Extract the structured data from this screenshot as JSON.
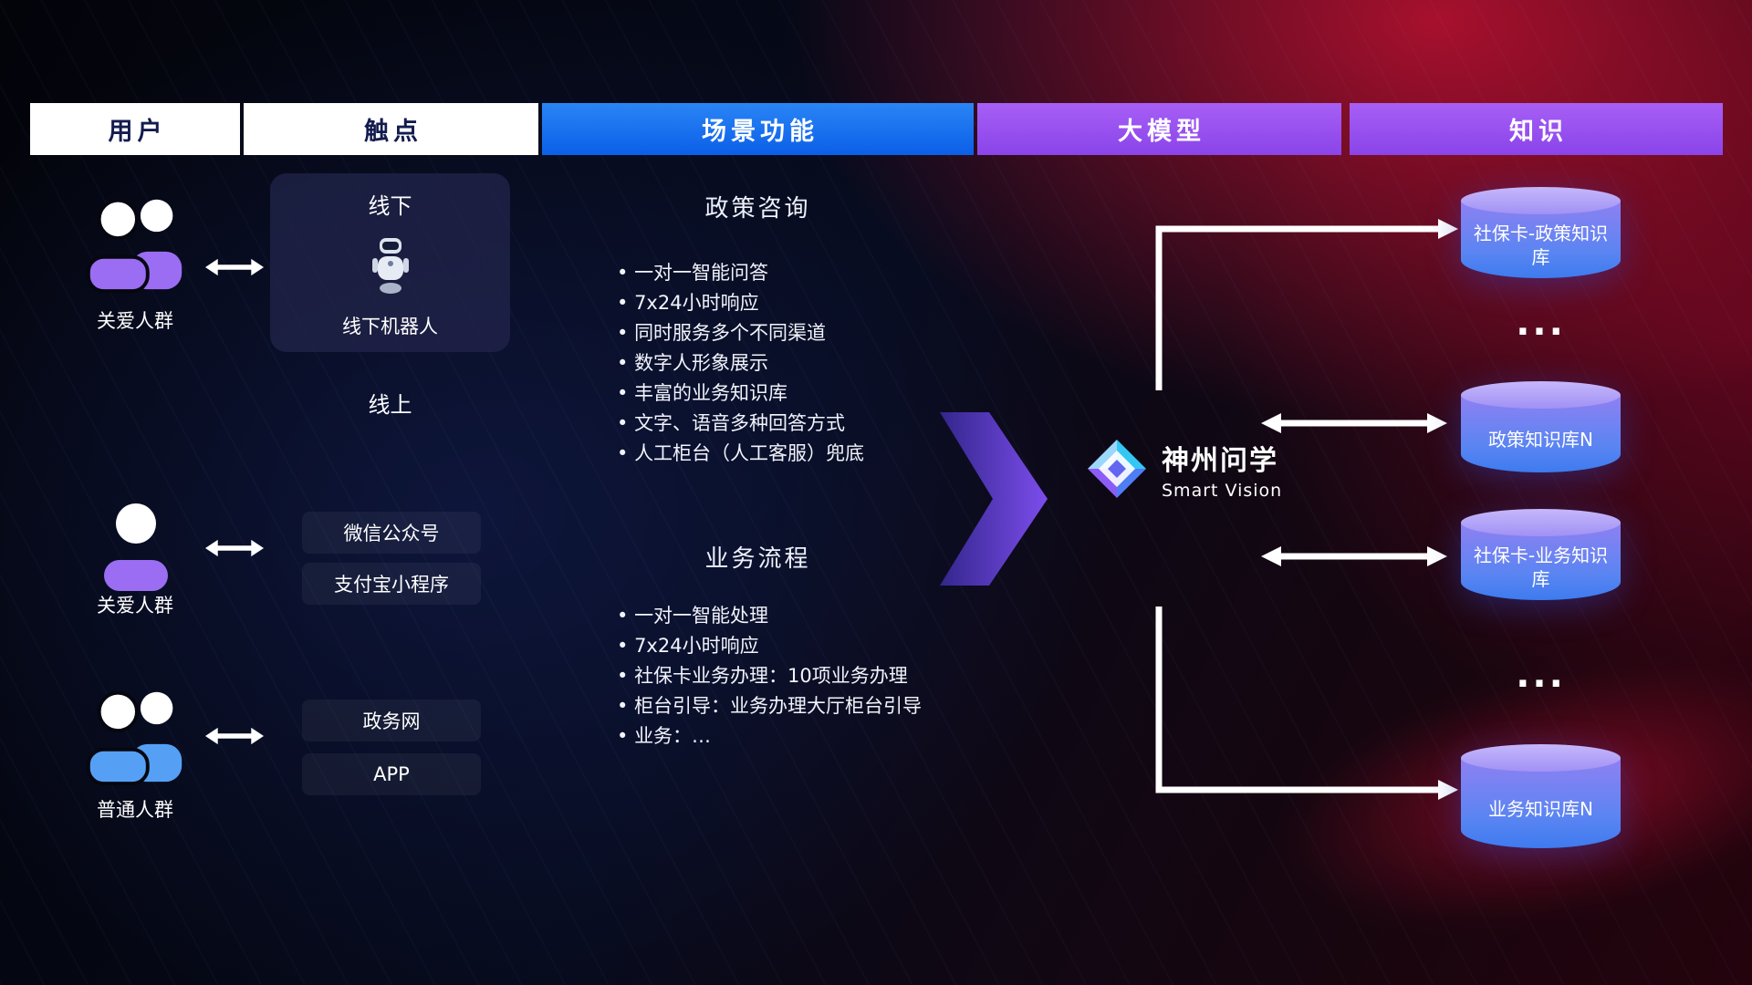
{
  "colors": {
    "header_white": "#ffffff",
    "header_dark_text": "#131c4e",
    "header_blue": "#0b5fe8",
    "header_purple": "#8a44e9",
    "accent_purple": "#9a6df2",
    "accent_blue": "#55a0f5",
    "cylinder_top": "#a091f5",
    "cylinder_body_top": "#8f80f2",
    "cylinder_body_bottom": "#3e7bef",
    "arrow_white": "#ffffff",
    "flow_arrow_purple": "#7c4dec"
  },
  "header": {
    "columns": [
      {
        "label": "用户"
      },
      {
        "label": "触点"
      },
      {
        "label": "场景功能"
      },
      {
        "label": "大模型"
      },
      {
        "label": "知识"
      }
    ]
  },
  "users": {
    "groups": [
      {
        "label": "关爱人群",
        "icon": "group-people-purple-icon"
      },
      {
        "label": "关爱人群",
        "icon": "single-person-purple-icon"
      },
      {
        "label": "普通人群",
        "icon": "group-people-blue-icon"
      }
    ]
  },
  "touchpoints": {
    "offline_title": "线下",
    "offline_robot_label": "线下机器人",
    "online_title": "线上",
    "items": [
      "微信公众号",
      "支付宝小程序",
      "政务网",
      "APP"
    ]
  },
  "scenarios": {
    "policy": {
      "title": "政策咨询",
      "bullets": [
        "一对一智能问答",
        "7x24小时响应",
        "同时服务多个不同渠道",
        "数字人形象展示",
        "丰富的业务知识库",
        "文字、语音多种回答方式",
        "人工柜台（人工客服）兜底"
      ]
    },
    "business": {
      "title": "业务流程",
      "bullets": [
        "一对一智能处理",
        "7x24小时响应",
        "社保卡业务办理：10项业务办理",
        "柜台引导：业务办理大厅柜台引导",
        "业务：…"
      ]
    }
  },
  "model": {
    "name": "神州问学",
    "subtitle": "Smart Vision"
  },
  "knowledge": {
    "items": [
      {
        "label": "社保卡-政策知识库"
      },
      {
        "label": "政策知识库N"
      },
      {
        "label": "社保卡-业务知识库"
      },
      {
        "label": "业务知识库N"
      }
    ],
    "dots": "..."
  }
}
